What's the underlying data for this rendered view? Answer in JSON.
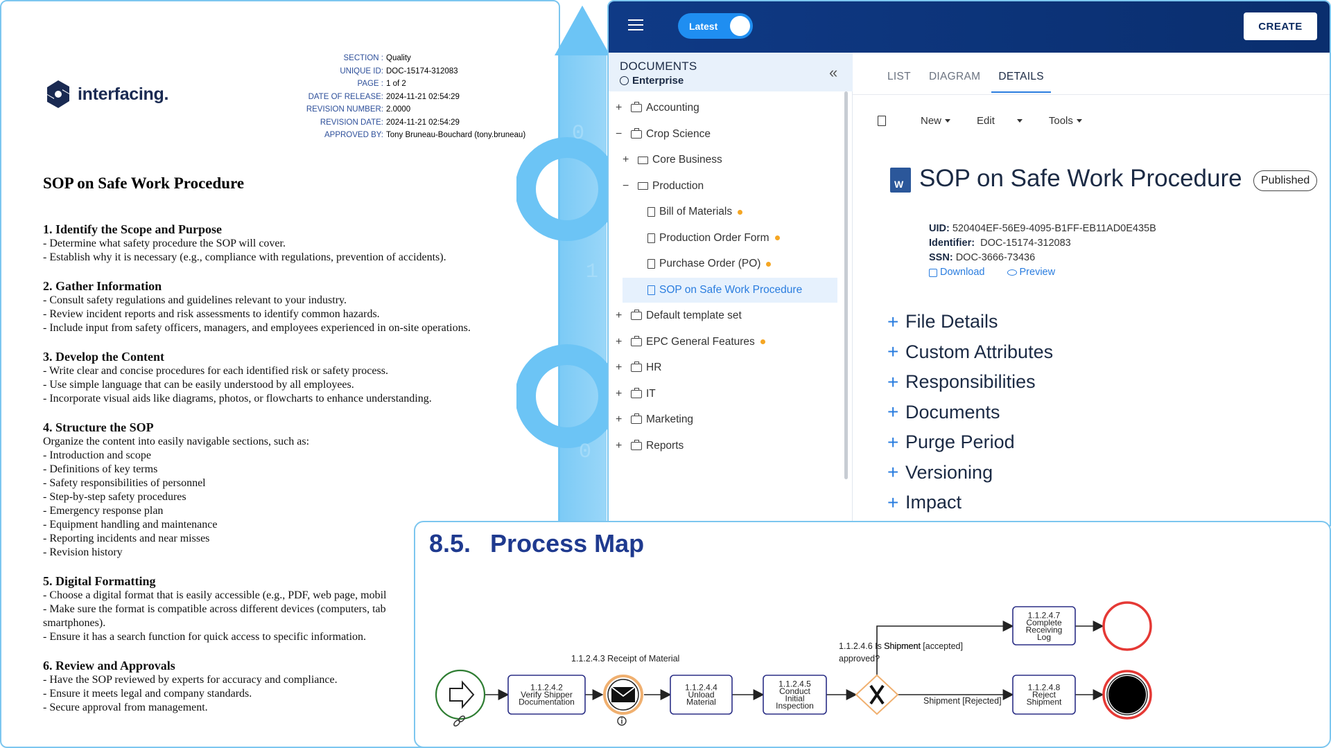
{
  "document": {
    "logo_text": "interfacing.",
    "meta": [
      {
        "label": "SECTION :",
        "value": "Quality"
      },
      {
        "label": "UNIQUE ID:",
        "value": "DOC-15174-312083"
      },
      {
        "label": "PAGE :",
        "value": "1 of 2"
      },
      {
        "label": "DATE OF RELEASE:",
        "value": "2024-11-21 02:54:29"
      },
      {
        "label": "REVISION NUMBER:",
        "value": "2.0000"
      },
      {
        "label": "REVISION DATE:",
        "value": "2024-11-21 02:54:29"
      },
      {
        "label": "APPROVED BY:",
        "value": "Tony Bruneau-Bouchard (tony.bruneau)"
      }
    ],
    "title": "SOP on Safe Work Procedure",
    "sections": [
      {
        "heading": "1. Identify the Scope and Purpose",
        "lines": [
          "- Determine what safety procedure the SOP will cover.",
          "- Establish why it is necessary (e.g., compliance with regulations, prevention of accidents)."
        ]
      },
      {
        "heading": "2. Gather Information",
        "lines": [
          "- Consult safety regulations and guidelines relevant to your industry.",
          "- Review incident reports and risk assessments to identify common hazards.",
          "- Include input from safety officers, managers, and employees experienced in on-site operations."
        ]
      },
      {
        "heading": "3. Develop the Content",
        "lines": [
          "- Write clear and concise procedures for each identified risk or safety process.",
          "- Use simple language that can be easily understood by all employees.",
          "- Incorporate visual aids like diagrams, photos, or flowcharts to enhance understanding."
        ]
      },
      {
        "heading": "4. Structure the SOP",
        "lines": [
          "Organize the content into easily navigable sections, such as:",
          "- Introduction and scope",
          "- Definitions of key terms",
          "- Safety responsibilities of personnel",
          "- Step-by-step safety procedures",
          "- Emergency response plan",
          "- Equipment handling and maintenance",
          "- Reporting incidents and near misses",
          "- Revision history"
        ]
      },
      {
        "heading": "5. Digital Formatting",
        "lines": [
          "- Choose a digital format that is easily accessible (e.g., PDF, web page, mobil",
          "- Make sure the format is compatible across different devices (computers, tab",
          "smartphones).",
          "- Ensure it has a search function for quick access to specific information."
        ]
      },
      {
        "heading": "6. Review and Approvals",
        "lines": [
          "- Have the SOP reviewed by experts for accuracy and compliance.",
          "- Ensure it meets legal and company standards.",
          "- Secure approval from management."
        ]
      }
    ]
  },
  "app": {
    "toggle_label": "Latest",
    "create_label": "CREATE",
    "sidebar": {
      "title": "DOCUMENTS",
      "subtitle": "Enterprise",
      "items": [
        {
          "label": "Accounting",
          "pm": "+",
          "icon": "briefcase-icon",
          "level": 0,
          "dot": false
        },
        {
          "label": "Crop Science",
          "pm": "−",
          "icon": "briefcase-icon",
          "level": 0,
          "dot": false
        },
        {
          "label": "Core Business",
          "pm": "+",
          "icon": "folder-icon",
          "level": 1,
          "dot": false
        },
        {
          "label": "Production",
          "pm": "−",
          "icon": "folder-icon",
          "level": 1,
          "dot": false
        },
        {
          "label": "Bill of Materials",
          "pm": "",
          "icon": "file-icon",
          "level": 2,
          "dot": true
        },
        {
          "label": "Production Order Form",
          "pm": "",
          "icon": "file-icon",
          "level": 2,
          "dot": true
        },
        {
          "label": "Purchase Order (PO)",
          "pm": "",
          "icon": "file-icon",
          "level": 2,
          "dot": true
        },
        {
          "label": "SOP on Safe Work Procedure",
          "pm": "",
          "icon": "file-icon",
          "level": 2,
          "dot": false,
          "selected": true
        },
        {
          "label": "Default template set",
          "pm": "+",
          "icon": "briefcase-icon",
          "level": 0,
          "dot": false
        },
        {
          "label": "EPC General Features",
          "pm": "+",
          "icon": "briefcase-icon",
          "level": 0,
          "dot": true
        },
        {
          "label": "HR",
          "pm": "+",
          "icon": "briefcase-icon",
          "level": 0,
          "dot": false
        },
        {
          "label": "IT",
          "pm": "+",
          "icon": "briefcase-icon",
          "level": 0,
          "dot": false
        },
        {
          "label": "Marketing",
          "pm": "+",
          "icon": "briefcase-icon",
          "level": 0,
          "dot": false
        },
        {
          "label": "Reports",
          "pm": "+",
          "icon": "briefcase-icon",
          "level": 0,
          "dot": false
        }
      ]
    },
    "tabs": [
      "LIST",
      "DIAGRAM",
      "DETAILS"
    ],
    "active_tab": "DETAILS",
    "toolbar": {
      "new": "New",
      "edit": "Edit",
      "tools": "Tools"
    },
    "detail": {
      "title": "SOP on Safe Work Procedure",
      "badge": "Published",
      "uid_label": "UID:",
      "uid": "520404EF-56E9-4095-B1FF-EB11AD0E435B",
      "identifier_label": "Identifier:",
      "identifier": "DOC-15174-312083",
      "ssn_label": "SSN:",
      "ssn": "DOC-3666-73436",
      "download": "Download",
      "preview": "Preview",
      "sections": [
        "File Details",
        "Custom Attributes",
        "Responsibilities",
        "Documents",
        "Purge Period",
        "Versioning",
        "Impact"
      ]
    }
  },
  "process_map": {
    "number": "8.5.",
    "title": "Process Map",
    "receipt_label": "1.1.2.4.3 Receipt of Material",
    "tasks": [
      {
        "id": "verify",
        "lines": [
          "1.1.2.4.2",
          "Verify Shipper",
          "Documentation"
        ]
      },
      {
        "id": "unload",
        "lines": [
          "1.1.2.4.4",
          "Unload",
          "Material"
        ]
      },
      {
        "id": "inspect",
        "lines": [
          "1.1.2.4.5",
          "Conduct",
          "Initial",
          "Inspection"
        ]
      },
      {
        "id": "log",
        "lines": [
          "1.1.2.4.7",
          "Complete",
          "Receiving",
          "Log"
        ]
      },
      {
        "id": "reject",
        "lines": [
          "1.1.2.4.8",
          "Reject",
          "Shipment"
        ]
      }
    ],
    "gateway_label_1": "1.1.2.4.6 Is Shipment",
    "gateway_label_2": "approved?",
    "accepted_label": "Shipment [accepted]",
    "rejected_label": "Shipment [Rejected]"
  },
  "colors": {
    "brand_navy": "#0f3a86",
    "accent_blue": "#2a7ddf",
    "status_dot": "#f5a623",
    "gateway_orange": "#f0b070",
    "end_event_red": "#e53935",
    "start_event_green": "#2e7d32"
  }
}
